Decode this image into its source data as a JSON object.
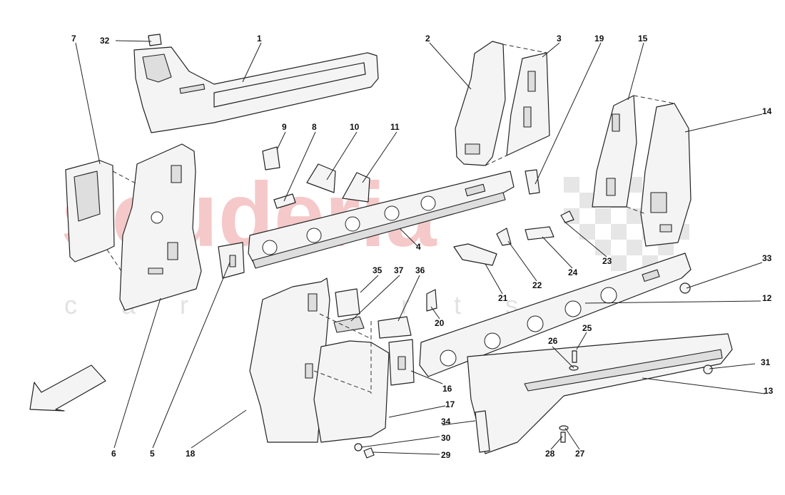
{
  "watermark": {
    "brand": "scuderia",
    "subtitle": "car parts",
    "brand_color": "#f2b8b8",
    "checker_color": "#e6e6e6"
  },
  "diagram": {
    "labels": {
      "p1": "1",
      "p2": "2",
      "p3": "3",
      "p4": "4",
      "p5": "5",
      "p6": "6",
      "p7": "7",
      "p8": "8",
      "p9": "9",
      "p10": "10",
      "p11": "11",
      "p12": "12",
      "p13": "13",
      "p14": "14",
      "p15": "15",
      "p16": "16",
      "p17": "17",
      "p18": "18",
      "p19": "19",
      "p20": "20",
      "p21": "21",
      "p22": "22",
      "p23": "23",
      "p24": "24",
      "p25": "25",
      "p26": "26",
      "p27": "27",
      "p28": "28",
      "p29": "29",
      "p30": "30",
      "p31": "31",
      "p32": "32",
      "p33": "33",
      "p34": "34",
      "p35": "35",
      "p36": "36",
      "p37": "37"
    },
    "direction_icon": "front-direction-arrow-icon"
  }
}
